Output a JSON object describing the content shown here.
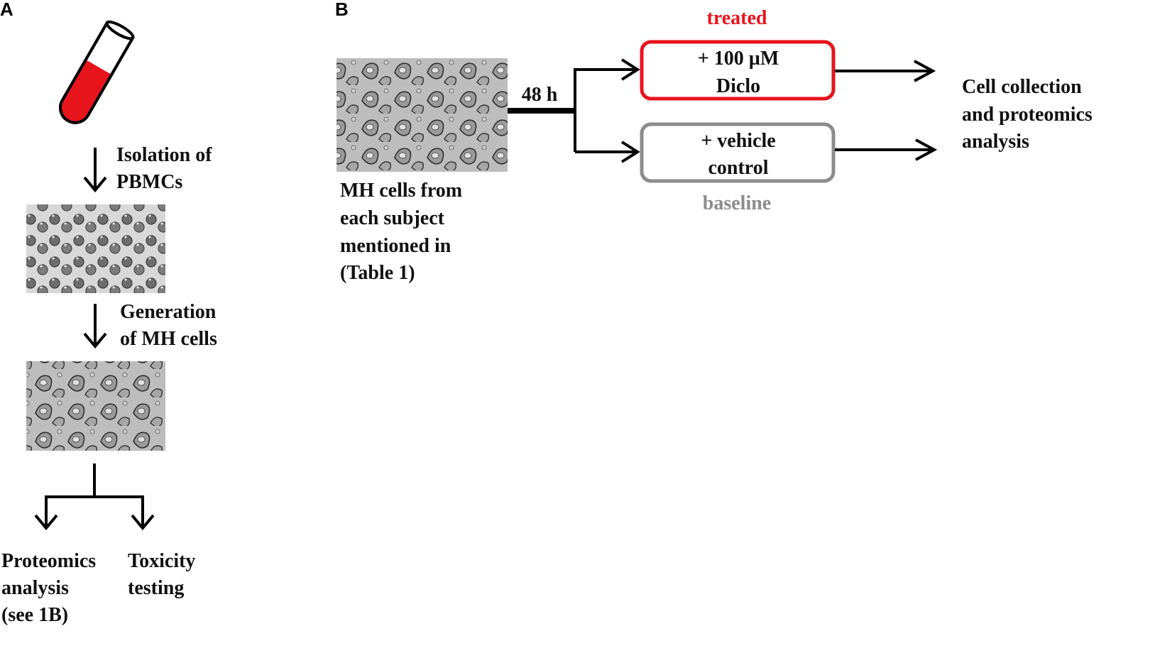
{
  "panels": {
    "a": "A",
    "b": "B"
  },
  "panel_a": {
    "step1": [
      "Isolation of",
      "PBMCs"
    ],
    "step2": [
      "Generation",
      "of MH cells"
    ],
    "outcome_left": [
      "Proteomics",
      "analysis",
      "(see  1B)"
    ],
    "outcome_right": [
      "Toxicity",
      "testing"
    ]
  },
  "panel_b": {
    "time_label": "48 h",
    "cells_caption": [
      "MH cells from",
      "each subject",
      "mentioned in",
      "(Table 1)"
    ],
    "treated": {
      "tag": "treated",
      "box": [
        "+  100 µM",
        "Diclo"
      ]
    },
    "baseline": {
      "tag": "baseline",
      "box": [
        "+  vehicle",
        "control"
      ]
    },
    "result": [
      "Cell collection",
      "and proteomics",
      "analysis"
    ]
  },
  "colors": {
    "treated": "#e8141c",
    "baseline": "#8c8c8c",
    "line": "#000000",
    "tube_liquid": "#e8141c"
  }
}
